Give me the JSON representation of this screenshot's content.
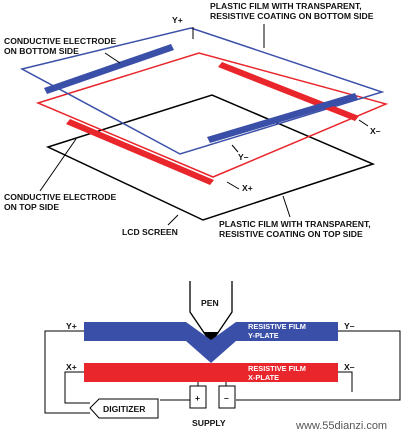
{
  "colors": {
    "blue": "#3a4fa8",
    "red": "#e8262b",
    "black": "#000000"
  },
  "top": {
    "blue_film": "PLASTIC FILM WITH TRANSPARENT,",
    "blue_film_2": "RESISTIVE COATING ON BOTTOM SIDE",
    "electrode_bottom": "CONDUCTIVE ELECTRODE",
    "electrode_bottom_2": "ON BOTTOM SIDE",
    "y_plus": "Y+",
    "y_minus": "Y–",
    "x_minus": "X–",
    "x_plus": "X+",
    "electrode_top": "CONDUCTIVE ELECTRODE",
    "electrode_top_2": "ON TOP SIDE",
    "lcd": "LCD SCREEN",
    "red_film": "PLASTIC FILM WITH TRANSPARENT,",
    "red_film_2": "RESISTIVE COATING ON TOP SIDE"
  },
  "bottom": {
    "pen": "PEN",
    "y_plus": "Y+",
    "y_minus": "Y–",
    "x_plus": "X+",
    "x_minus": "X–",
    "y_plate": "RESISTIVE FILM",
    "y_plate_2": "Y-PLATE",
    "x_plate": "RESISTIVE FILM",
    "x_plate_2": "X-PLATE",
    "plus": "+",
    "minus": "–",
    "supply": "SUPPLY",
    "digitizer": "DIGITIZER"
  },
  "watermark": "www.55dianzi.com"
}
